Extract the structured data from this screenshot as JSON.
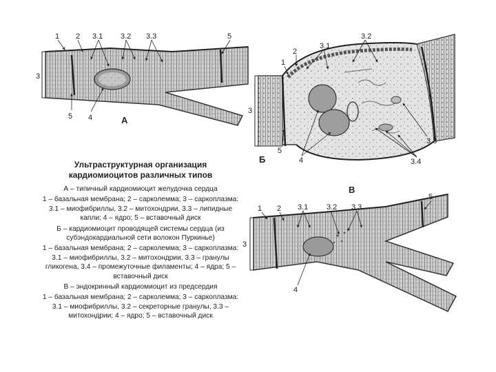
{
  "title": "Ультраструктурная организация кардиомиоцитов различных типов",
  "legend": {
    "a_title": "А – типичный кардиомиоцит желудочка сердца",
    "a_text": "1 – базальная мембрана; 2 – сарколемма; 3 – саркоплазма: 3.1 – миофибриллы, 3.2 – митохондрии, 3.3 – липидные капли; 4 – ядро; 5 – вставочный диск",
    "b_title": "Б – кардиомиоцит проводящей системы сердца (из субэндокардиальной сети волокон Пуркинье)",
    "b_text": "1 – базальная мембрана; 2 – сарколемма; 3 – саркоплазма: 3.1 – миофибриллы, 3.2 – митохондрии, 3.3 – гранулы гликогена, 3.4 – промежуточные филаменты; 4 – ядра; 5 – вставочный диск",
    "v_title": "В – эндокринный кардиомиоцит из предсердия",
    "v_text": "1 – базальная мембрана; 2 – сарколемма; 3 – саркоплазма: 3.1 – миофибриллы, 3.2 – секреторные гранулы, 3.3 – митохондрии; 4 – ядро; 5 – вставочный диск"
  },
  "panels": {
    "a": {
      "letter": "А",
      "labels": [
        "1",
        "2",
        "3.1",
        "3.2",
        "3.3",
        "5",
        "3",
        "5",
        "4"
      ]
    },
    "b": {
      "letter": "Б",
      "labels": [
        "3.1",
        "3.2",
        "2",
        "1",
        "3",
        "5",
        "4",
        "3.3",
        "3.4"
      ]
    },
    "v": {
      "letter": "В",
      "labels": [
        "1",
        "2",
        "3.1",
        "3.2",
        "3.3",
        "5",
        "3",
        "4"
      ]
    }
  }
}
